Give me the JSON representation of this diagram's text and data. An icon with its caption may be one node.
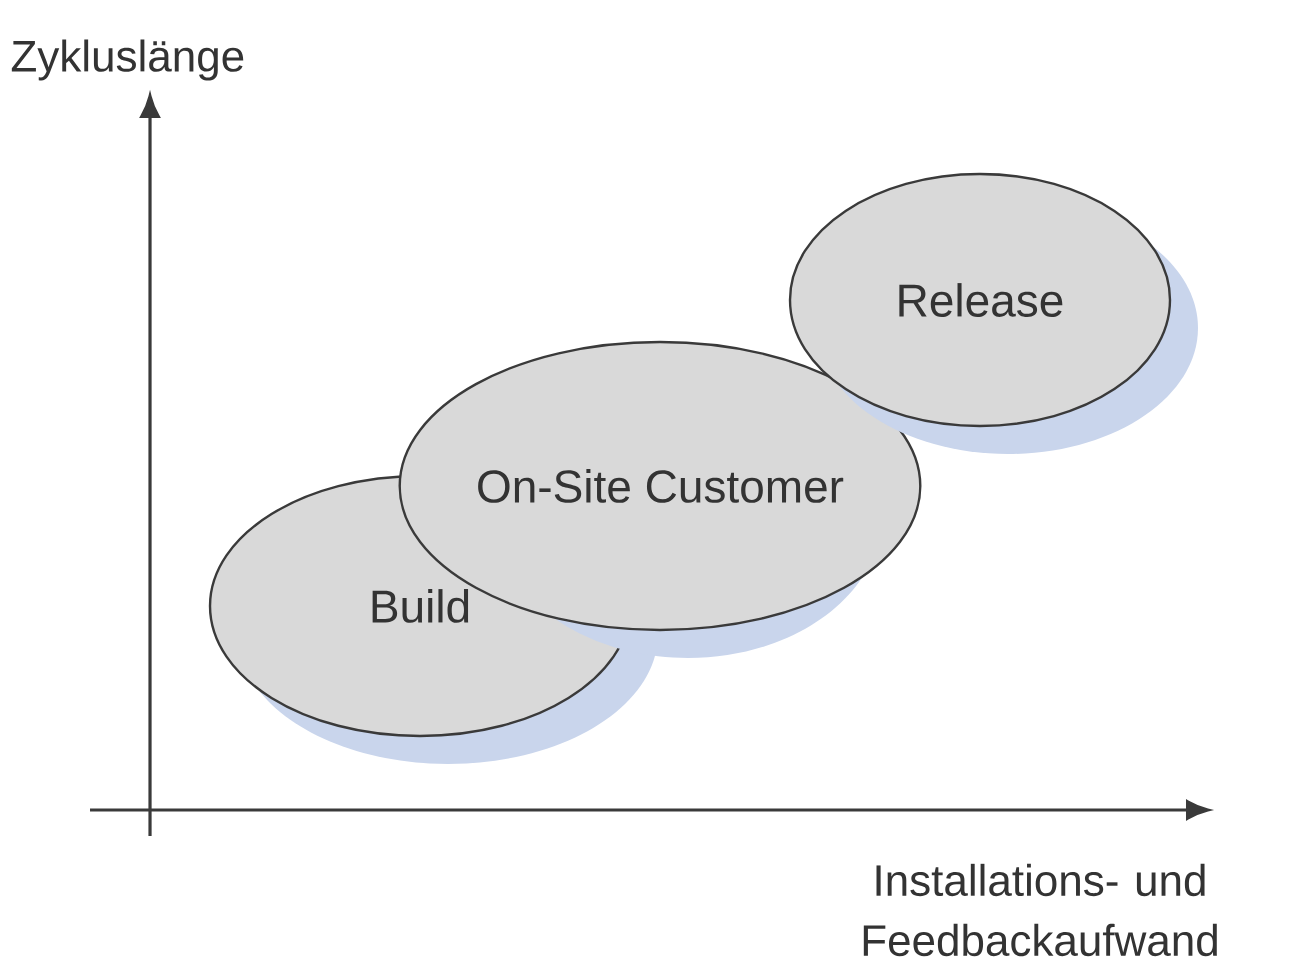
{
  "diagram": {
    "nodes": [
      {
        "text": [
          "Build"
        ]
      },
      {
        "text": [
          "On-Site Customer"
        ]
      },
      {
        "text": [
          "Release"
        ]
      }
    ],
    "labels": [
      "Zykluslänge",
      "Installations- und Feedbackaufwand"
    ]
  }
}
